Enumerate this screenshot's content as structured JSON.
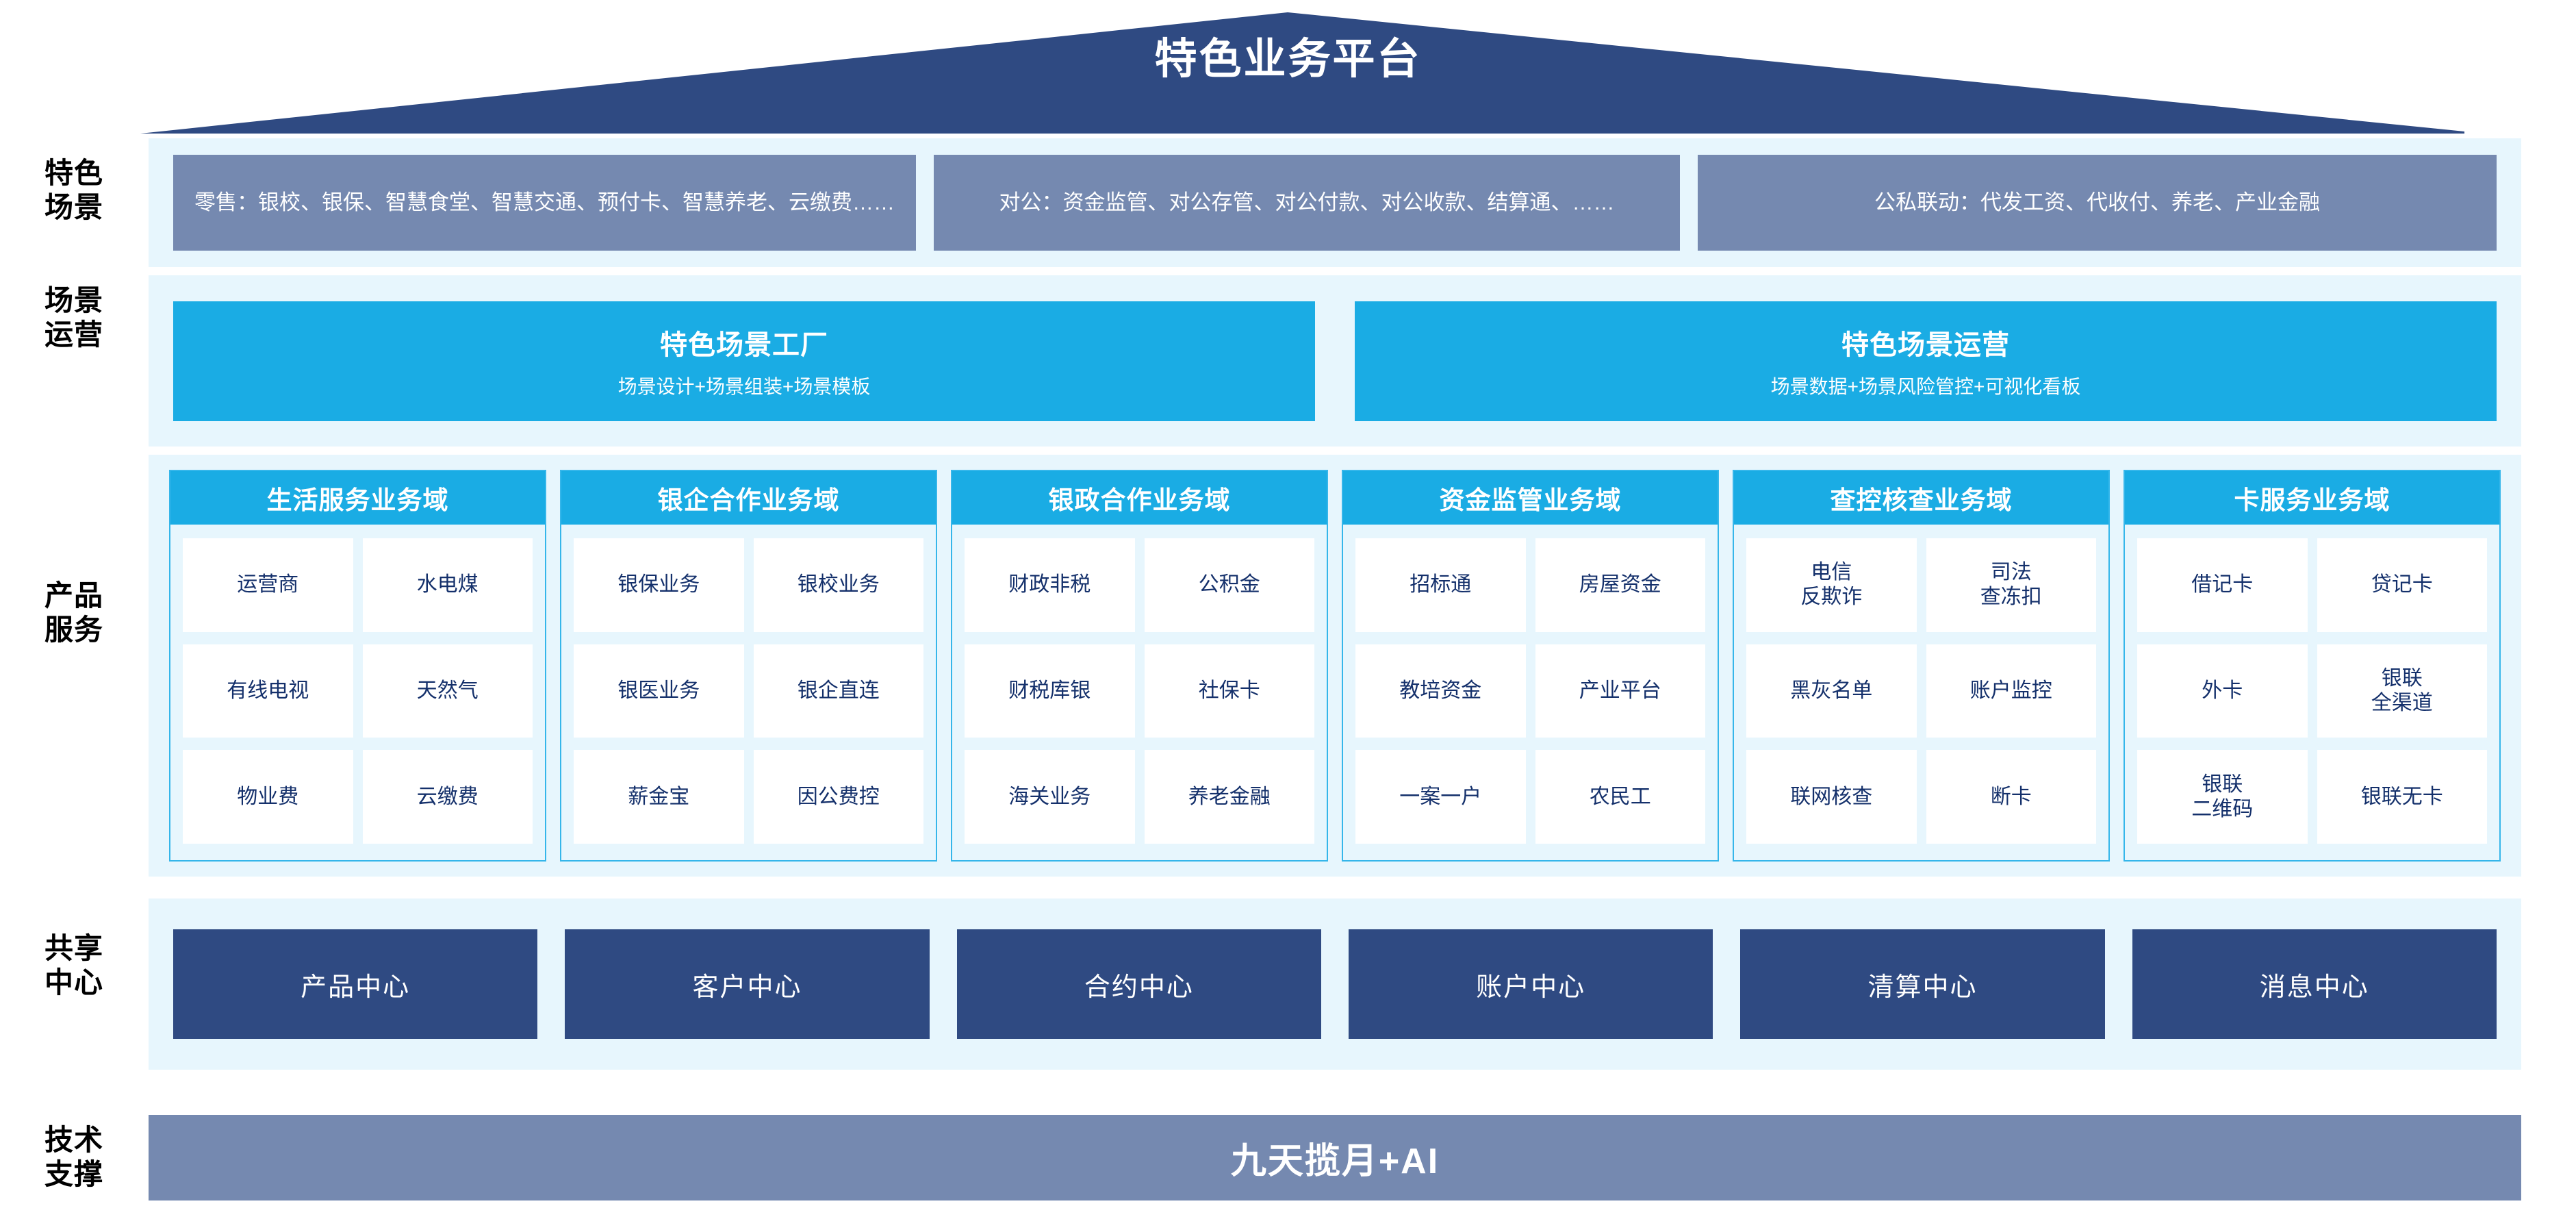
{
  "header": {
    "title": "特色业务平台"
  },
  "row_labels": {
    "scenarios": "特色\n场景",
    "operations": "场景\n运营",
    "products": "产品\n服务",
    "shared": "共享\n中心",
    "tech": "技术\n支撑"
  },
  "scenarios": {
    "boxes": [
      {
        "key": "retail",
        "text": "零售：银校、银保、智慧食堂、智慧交通、预付卡、智慧养老、云缴费……"
      },
      {
        "key": "corp",
        "text": "对公：资金监管、对公存管、对公付款、对公收款、结算通、……"
      },
      {
        "key": "linkage",
        "text": "公私联动：代发工资、代收付、养老、产业金融"
      }
    ]
  },
  "operations": {
    "boxes": [
      {
        "title": "特色场景工厂",
        "subtitle": "场景设计+场景组装+场景模板"
      },
      {
        "title": "特色场景运营",
        "subtitle": "场景数据+场景风险管控+可视化看板"
      }
    ]
  },
  "products": {
    "domains": [
      {
        "title": "生活服务业务域",
        "tiles": [
          "运营商",
          "水电煤",
          "有线电视",
          "天然气",
          "物业费",
          "云缴费"
        ]
      },
      {
        "title": "银企合作业务域",
        "tiles": [
          "银保业务",
          "银校业务",
          "银医业务",
          "银企直连",
          "薪金宝",
          "因公费控"
        ]
      },
      {
        "title": "银政合作业务域",
        "tiles": [
          "财政非税",
          "公积金",
          "财税库银",
          "社保卡",
          "海关业务",
          "养老金融"
        ]
      },
      {
        "title": "资金监管业务域",
        "tiles": [
          "招标通",
          "房屋资金",
          "教培资金",
          "产业平台",
          "一案一户",
          "农民工"
        ]
      },
      {
        "title": "查控核查业务域",
        "tiles": [
          "电信\n反欺诈",
          "司法\n查冻扣",
          "黑灰名单",
          "账户监控",
          "联网核查",
          "断卡"
        ]
      },
      {
        "title": "卡服务业务域",
        "tiles": [
          "借记卡",
          "贷记卡",
          "外卡",
          "银联\n全渠道",
          "银联\n二维码",
          "银联无卡"
        ]
      }
    ]
  },
  "shared": {
    "centers": [
      "产品中心",
      "客户中心",
      "合约中心",
      "账户中心",
      "清算中心",
      "消息中心"
    ]
  },
  "tech": {
    "label": "九天揽月+AI"
  },
  "colors": {
    "roof": "#2f4a82",
    "band": "#e7f6fd",
    "scenario_box": "#7589b0",
    "cyan": "#1aace4",
    "cyan_border": "#35b6ea",
    "navy_box": "#2f4a82",
    "tile_text": "#14306b",
    "tech_bar": "#7589b0"
  }
}
